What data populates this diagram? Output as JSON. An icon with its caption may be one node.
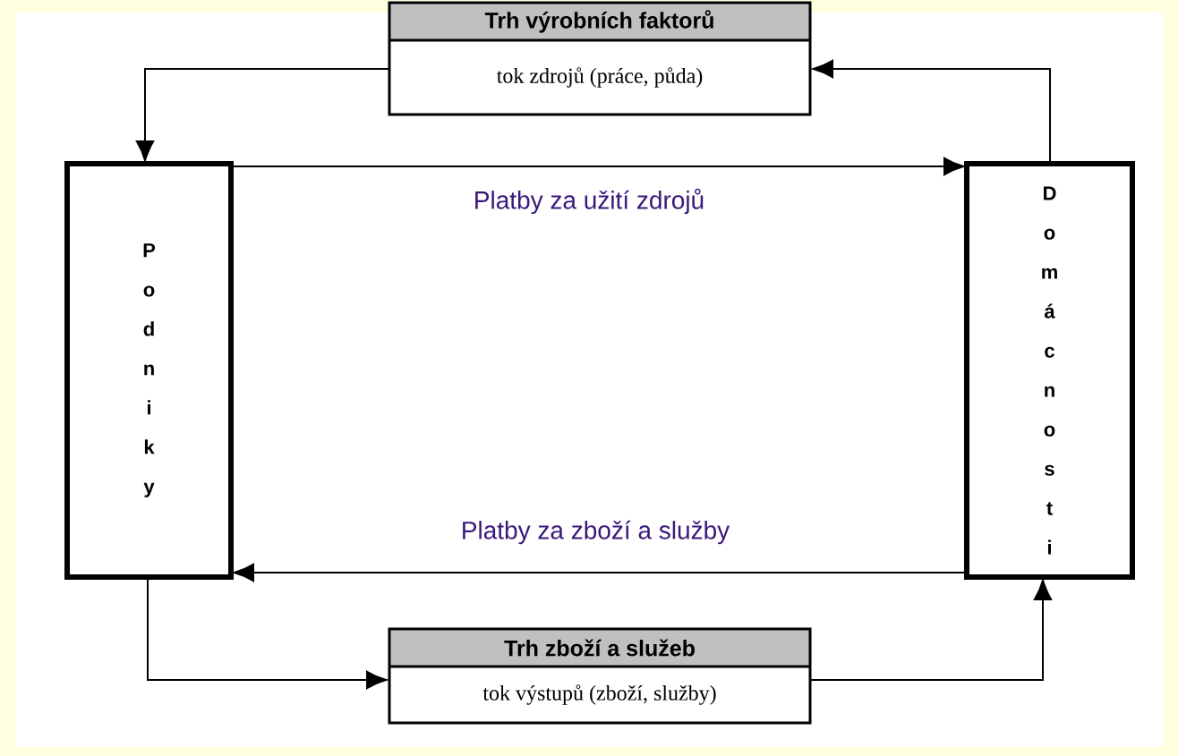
{
  "diagram": {
    "nodes": [
      {
        "text": [
          "Trh výrobních faktorů",
          "tok zdrojů (práce, půda)"
        ]
      },
      {
        "text": [
          "Podniky"
        ]
      },
      {
        "text": [
          "Domácnosti"
        ]
      },
      {
        "text": [
          "Trh zboží a služeb",
          "tok výstupů (zboží, služby)"
        ]
      }
    ],
    "edges": [
      {
        "from": 0,
        "to": 1,
        "arrow": "to"
      },
      {
        "from": 2,
        "to": 0,
        "arrow": "to"
      },
      {
        "from": 1,
        "to": 2,
        "arrow": "to",
        "label": "Platby za užití zdrojů"
      },
      {
        "from": 2,
        "to": 1,
        "arrow": "to",
        "label": "Platby za zboží a služby"
      },
      {
        "from": 1,
        "to": 3,
        "arrow": "to"
      },
      {
        "from": 3,
        "to": 2,
        "arrow": "to"
      }
    ]
  }
}
